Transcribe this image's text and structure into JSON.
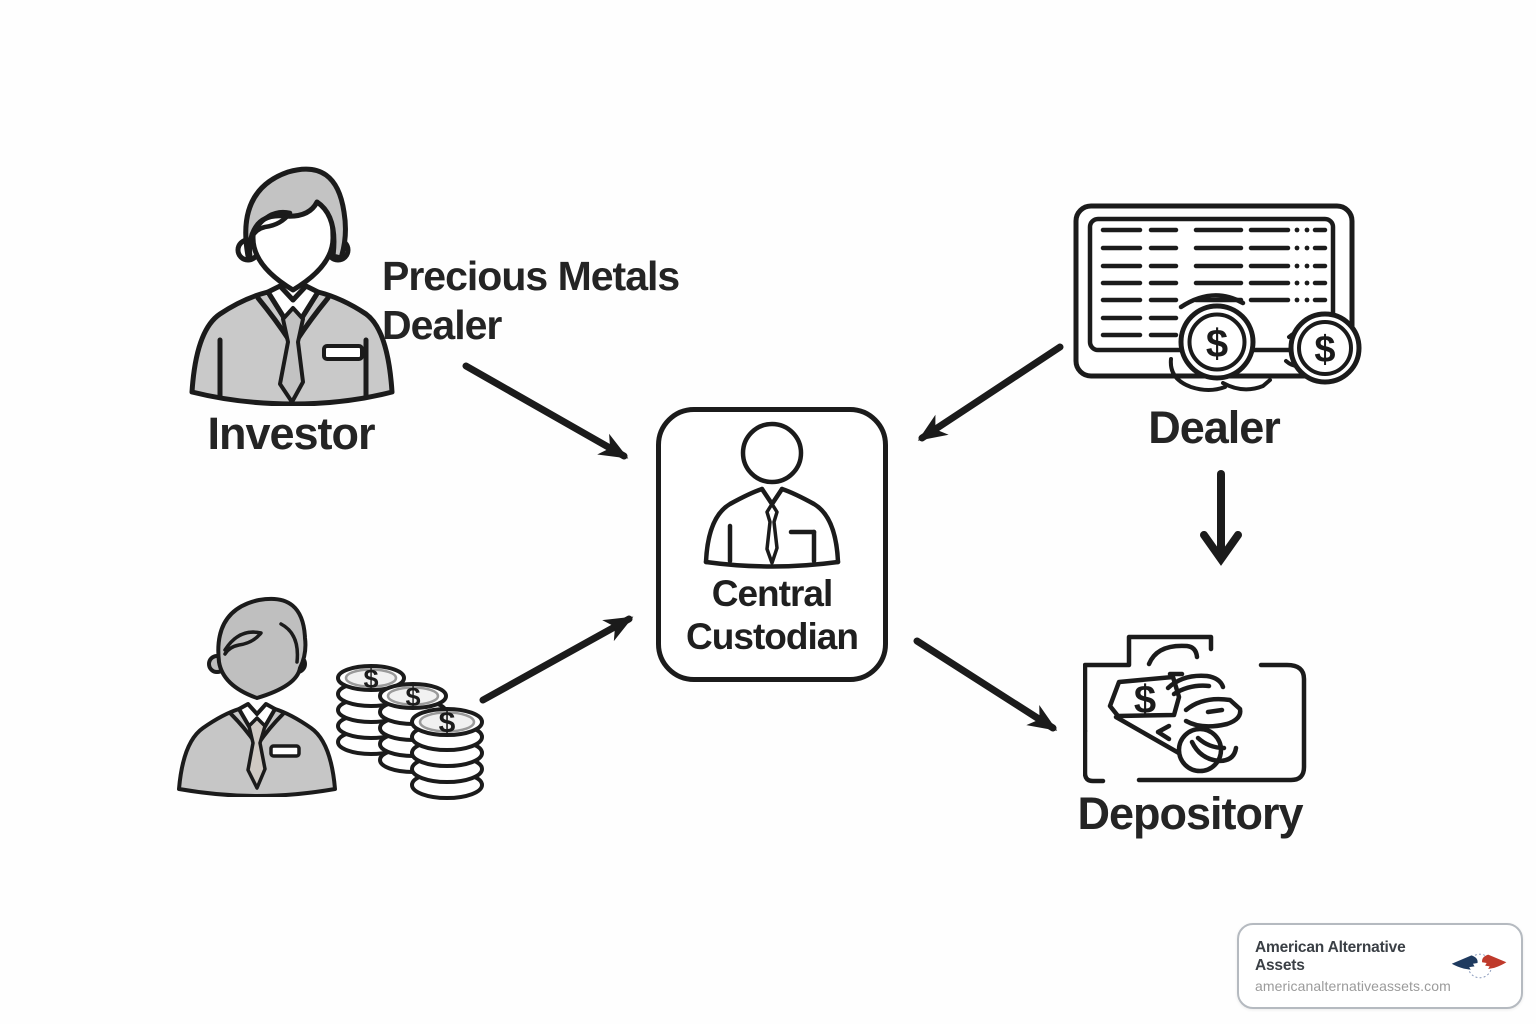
{
  "diagram": {
    "nodes": {
      "investor": {
        "label": "Investor",
        "icon": "businessman-bust-icon"
      },
      "precious_metals_dealer": {
        "line1": "Precious Metals",
        "line2": "Dealer"
      },
      "central_custodian": {
        "line1": "Central",
        "line2": "Custodian",
        "icon": "custodian-person-outline-icon"
      },
      "dealer": {
        "label": "Dealer",
        "icon": "ledger-with-coins-icon"
      },
      "depository": {
        "label": "Depository",
        "icon": "vault-hands-icon"
      },
      "investor_funds": {
        "icon": "businessman-with-coin-stacks-icon"
      }
    },
    "edges": [
      {
        "from": "precious_metals_dealer",
        "to": "central_custodian"
      },
      {
        "from": "dealer",
        "to": "central_custodian"
      },
      {
        "from": "dealer",
        "to": "depository"
      },
      {
        "from": "investor_funds",
        "to": "central_custodian"
      },
      {
        "from": "central_custodian",
        "to": "depository"
      }
    ],
    "symbols": {
      "dollar": "$"
    },
    "colors": {
      "outline": "#1b1b1b",
      "suit_gray": "#c9c9c9",
      "hair_gray": "#c3c3c3",
      "label_text": "#242424"
    }
  },
  "watermark": {
    "title": "American Alternative Assets",
    "url": "americanalternativeassets.com",
    "icon": "eagle-wings-logo",
    "colors": {
      "navy": "#1e3a5f",
      "red": "#bf3a2b"
    }
  }
}
